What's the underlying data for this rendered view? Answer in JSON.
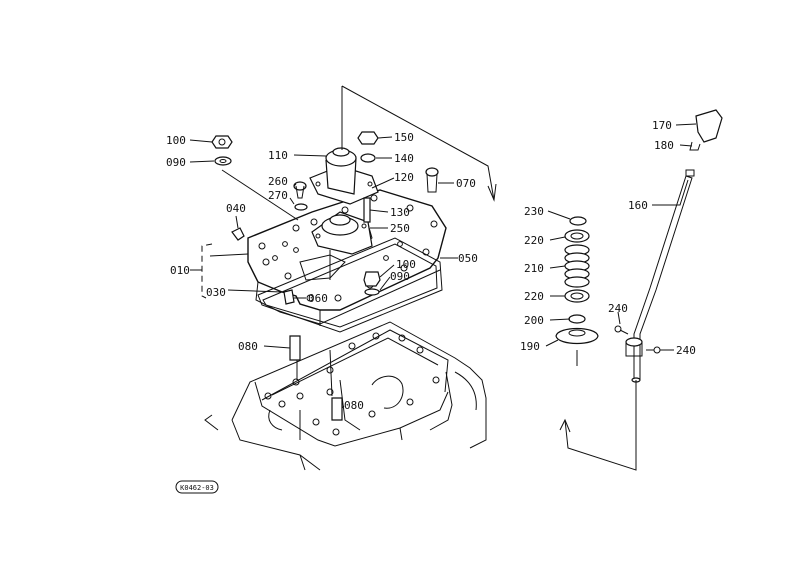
{
  "diagram": {
    "ink_color": "#111111",
    "background": "#ffffff",
    "drawing_code": "K0462-03",
    "callouts": [
      {
        "id": "c100a",
        "label": "100"
      },
      {
        "id": "c090a",
        "label": "090"
      },
      {
        "id": "c110",
        "label": "110"
      },
      {
        "id": "c150",
        "label": "150"
      },
      {
        "id": "c140",
        "label": "140"
      },
      {
        "id": "c260",
        "label": "260"
      },
      {
        "id": "c270",
        "label": "270"
      },
      {
        "id": "c120",
        "label": "120"
      },
      {
        "id": "c070",
        "label": "070"
      },
      {
        "id": "c040",
        "label": "040"
      },
      {
        "id": "c130",
        "label": "130"
      },
      {
        "id": "c250",
        "label": "250"
      },
      {
        "id": "c010",
        "label": "010"
      },
      {
        "id": "c050",
        "label": "050"
      },
      {
        "id": "c100b",
        "label": "100"
      },
      {
        "id": "c090b",
        "label": "090"
      },
      {
        "id": "c030",
        "label": "030"
      },
      {
        "id": "c060",
        "label": "060"
      },
      {
        "id": "c080a",
        "label": "080"
      },
      {
        "id": "c080b",
        "label": "080"
      },
      {
        "id": "c170",
        "label": "170"
      },
      {
        "id": "c180",
        "label": "180"
      },
      {
        "id": "c160",
        "label": "160"
      },
      {
        "id": "c230",
        "label": "230"
      },
      {
        "id": "c220a",
        "label": "220"
      },
      {
        "id": "c210",
        "label": "210"
      },
      {
        "id": "c220b",
        "label": "220"
      },
      {
        "id": "c200",
        "label": "200"
      },
      {
        "id": "c190",
        "label": "190"
      },
      {
        "id": "c240a",
        "label": "240"
      },
      {
        "id": "c240b",
        "label": "240"
      }
    ]
  }
}
